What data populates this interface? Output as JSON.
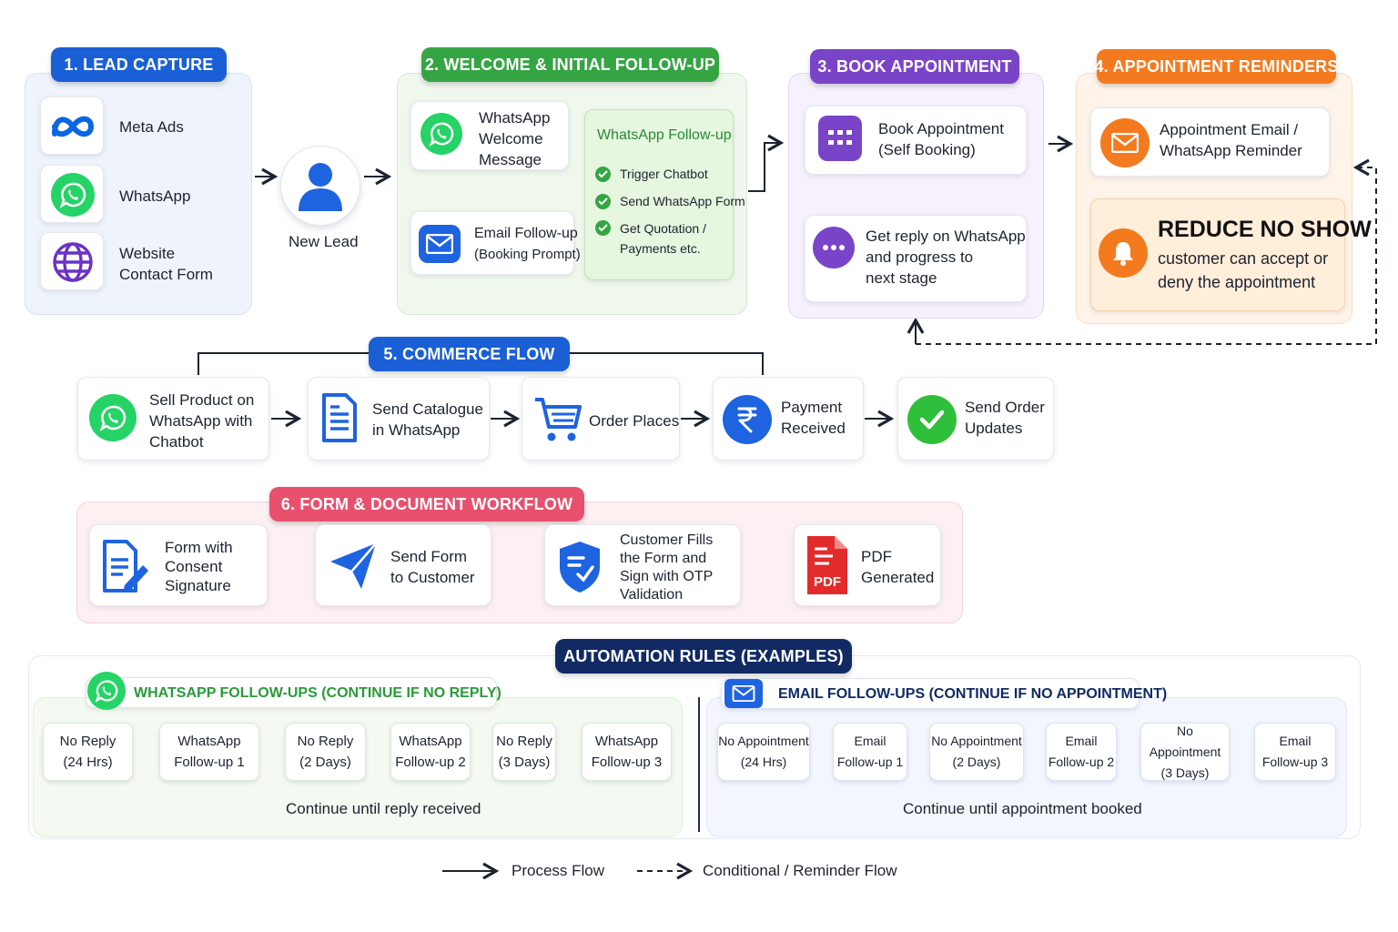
{
  "colors": {
    "lead": "#1a5fd6",
    "welcome": "#35a544",
    "book": "#7a44c8",
    "reminders": "#f47a1f",
    "commerce": "#1a5fd6",
    "form": "#e8506e",
    "rules": "#112a63",
    "whatsapp": "#25d366"
  },
  "lead_capture": {
    "title": "1.  LEAD CAPTURE",
    "sources": [
      "Meta Ads",
      "WhatsApp",
      [
        "Website",
        "Contact Form"
      ]
    ],
    "new_lead": "New Lead"
  },
  "welcome": {
    "title": "2.  WELCOME & INITIAL FOLLOW-UP",
    "whatsapp_msg": [
      "WhatsApp",
      "Welcome",
      "Message"
    ],
    "email_msg": [
      "Email Follow-up",
      "(Booking Prompt)"
    ],
    "followup_title": "WhatsApp Follow-up",
    "followup_items": [
      "Trigger Chatbot",
      "Send WhatsApp Form",
      [
        "Get Quotation /",
        "Payments etc."
      ]
    ]
  },
  "book": {
    "title": "3.  BOOK APPOINTMENT",
    "self_booking": [
      "Book Appointment",
      "(Self Booking)"
    ],
    "reply": [
      "Get reply on WhatsApp",
      "and progress to",
      "next stage"
    ]
  },
  "reminders": {
    "title": "4.  APPOINTMENT REMINDERS",
    "reminder": [
      "Appointment Email /",
      "WhatsApp Reminder"
    ],
    "no_show_title": "REDUCE NO SHOW",
    "no_show_text": [
      "customer can accept or",
      "deny the appointment"
    ]
  },
  "commerce": {
    "title": "5.  COMMERCE FLOW",
    "steps": [
      [
        "Sell Product on",
        "WhatsApp with",
        "Chatbot"
      ],
      [
        "Send Catalogue",
        "in WhatsApp"
      ],
      [
        "Order Places"
      ],
      [
        "Payment",
        "Received"
      ],
      [
        "Send Order",
        "Updates"
      ]
    ]
  },
  "form_workflow": {
    "title": "6.  FORM & DOCUMENT WORKFLOW",
    "steps": [
      [
        "Form with",
        "Consent",
        "Signature"
      ],
      [
        "Send Form",
        "to Customer"
      ],
      [
        "Customer Fills",
        "the Form and",
        "Sign with OTP",
        "Validation"
      ],
      [
        "PDF",
        "Generated"
      ]
    ],
    "pdf_label": "PDF"
  },
  "automation": {
    "title": "AUTOMATION RULES (EXAMPLES)",
    "whatsapp_title": "WHATSAPP FOLLOW-UPS (CONTINUE IF NO REPLY)",
    "whatsapp_steps": [
      [
        "No Reply",
        "(24 Hrs)"
      ],
      [
        "WhatsApp",
        "Follow-up 1"
      ],
      [
        "No Reply",
        "(2 Days)"
      ],
      [
        "WhatsApp",
        "Follow-up 2"
      ],
      [
        "No Reply",
        "(3 Days)"
      ],
      [
        "WhatsApp",
        "Follow-up 3"
      ]
    ],
    "whatsapp_loop": "Continue until reply received",
    "email_title": "EMAIL FOLLOW-UPS (CONTINUE IF NO APPOINTMENT)",
    "email_steps": [
      [
        "No Appointment",
        "(24 Hrs)"
      ],
      [
        "Email",
        "Follow-up 1"
      ],
      [
        "No Appointment",
        "(2 Days)"
      ],
      [
        "Email",
        "Follow-up 2"
      ],
      [
        "No Appointment",
        "(3 Days)"
      ],
      [
        "Email",
        "Follow-up 3"
      ]
    ],
    "email_loop": "Continue until appointment booked"
  },
  "legend": {
    "process": "Process Flow",
    "conditional": "Conditional / Reminder Flow"
  }
}
